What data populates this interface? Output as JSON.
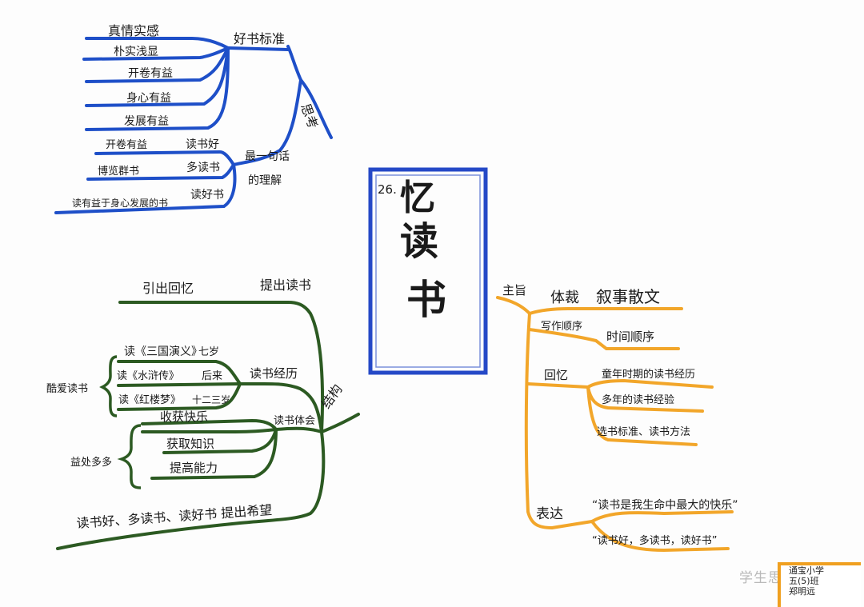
{
  "center": {
    "number": "26.",
    "title_line1": "忆",
    "title_line2": "读",
    "title_line3": "书"
  },
  "blue": {
    "label_good_book": "好书标准",
    "label_thinking": "思考",
    "label_last_sentence_1": "最一句话",
    "label_last_sentence_2": "的理解",
    "items": [
      "真情实感",
      "朴实浅显",
      "开卷有益",
      "身心有益",
      "发展有益"
    ],
    "reading_good": "读书好",
    "reading_good_leaf": "开卷有益",
    "reading_more": "多读书",
    "reading_more_leaf": "博览群书",
    "reading_best": "读好书",
    "reading_best_leaf": "读有益于身心发展的书"
  },
  "green": {
    "label_structure": "结构",
    "label_recall": "引出回忆",
    "label_intro": "提出读书",
    "label_experience": "读书经历",
    "label_addicted": "酷爱读书",
    "books": [
      "读《三国演义》",
      "读《水浒传》",
      "读《红楼梦》"
    ],
    "ages": [
      "七岁",
      "后来",
      "十二三岁"
    ],
    "label_feelings": "读书体会",
    "label_benefits": "益处多多",
    "benefits": [
      "收获快乐",
      "获取知识",
      "提高能力"
    ],
    "bottom_text": "读书好、多读书、读好书  提出希望"
  },
  "orange": {
    "label_theme": "主旨",
    "label_genre": "体裁",
    "genre_value": "叙事散文",
    "label_order": "写作顺序",
    "order_value": "时间顺序",
    "label_recall": "回忆",
    "recall_items": [
      "童年时期的读书经历",
      "多年的读书经验",
      "选书标准、读书方法"
    ],
    "label_express": "表达",
    "express_items": [
      "“读书是我生命中最大的快乐”",
      "“读书好，多读书，读好书”"
    ]
  },
  "watermark": "学生思维导图网",
  "stamp_lines": [
    "通宝小学",
    "五(5)班",
    "郑明远"
  ],
  "colors": {
    "blue": "#1e4fc8",
    "green": "#2c5a22",
    "orange": "#f2a62a",
    "frame": "#2549c7"
  }
}
